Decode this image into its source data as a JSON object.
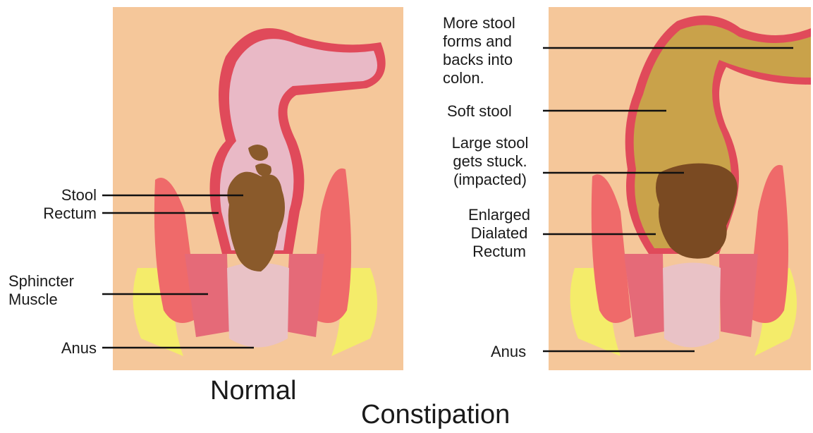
{
  "labels": {
    "stool": "Stool",
    "rectum": "Rectum",
    "sphincter": [
      "Sphincter",
      "Muscle"
    ],
    "anus_left": "Anus",
    "more_stool": [
      "More stool",
      "forms and",
      "backs into",
      "colon."
    ],
    "soft_stool": "Soft stool",
    "large_stool": [
      "Large stool",
      "gets stuck.",
      "(impacted)"
    ],
    "enlarged": [
      "Enlarged",
      "Dialated",
      "Rectum"
    ],
    "anus_right": "Anus"
  },
  "captions": {
    "normal": "Normal",
    "constipation": "Constipation"
  },
  "colors": {
    "background_tissue": "#f5c79a",
    "colon_wall": "#e04a5a",
    "colon_inner": "#e9b9c6",
    "muscle": "#ef6a6a",
    "fat": "#f4ec6a",
    "stool": "#8a5a2b",
    "soft_stool": "#c9a24a",
    "anal_canal": "#e9c2c6"
  }
}
